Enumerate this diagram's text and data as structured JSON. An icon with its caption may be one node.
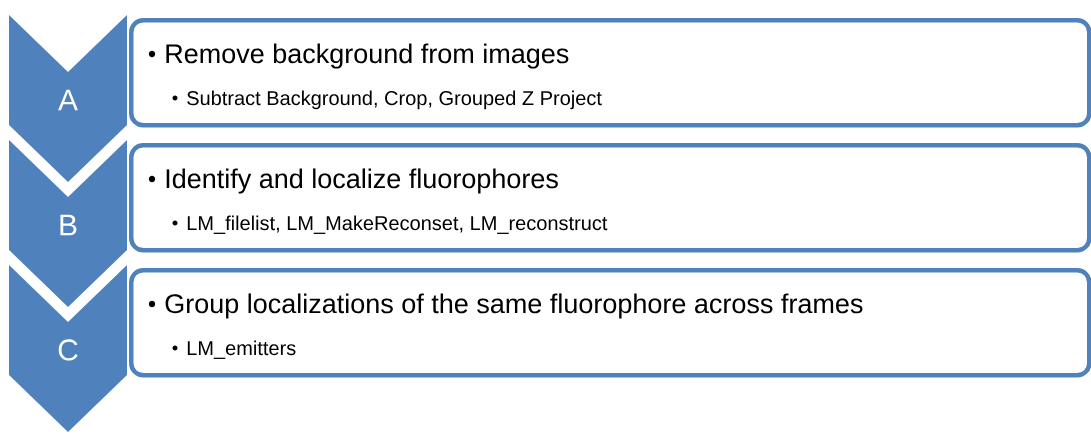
{
  "diagram": {
    "nodes": [
      {
        "text": [
          "A"
        ]
      },
      {
        "text": [
          "Remove background from images",
          "Subtract Background, Crop, Grouped Z Project"
        ]
      },
      {
        "text": [
          "B"
        ]
      },
      {
        "text": [
          "Identify and localize fluorophores",
          "LM_filelist, LM_MakeReconset, LM_reconstruct"
        ]
      },
      {
        "text": [
          "C"
        ]
      },
      {
        "text": [
          "Group localizations of the same fluorophore across frames",
          "LM_emitters"
        ]
      }
    ]
  }
}
